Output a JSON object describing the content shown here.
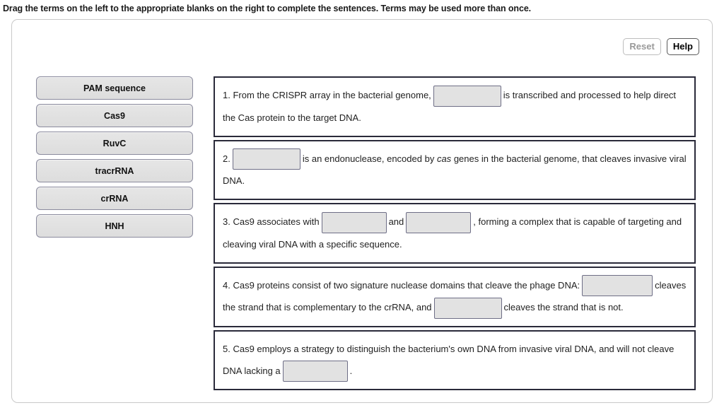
{
  "instruction": "Drag the terms on the left to the appropriate blanks on the right to complete the sentences. Terms may be used more than once.",
  "toolbar": {
    "reset_label": "Reset",
    "help_label": "Help",
    "reset_state": "disabled",
    "help_state": "enabled"
  },
  "term_bank": {
    "terms": [
      {
        "label": "PAM sequence"
      },
      {
        "label": "Cas9"
      },
      {
        "label": "RuvC"
      },
      {
        "label": "tracrRNA"
      },
      {
        "label": "crRNA"
      },
      {
        "label": "HNH"
      }
    ]
  },
  "sentences": [
    {
      "number": "1.",
      "parts": [
        {
          "type": "text",
          "value": "1. From the CRISPR array in the bacterial genome,"
        },
        {
          "type": "blank",
          "value": ""
        },
        {
          "type": "text",
          "value": "is transcribed and processed to help direct the Cas protein to the target DNA."
        }
      ]
    },
    {
      "number": "2.",
      "parts": [
        {
          "type": "text",
          "value": "2."
        },
        {
          "type": "blank",
          "value": ""
        },
        {
          "type": "text_pre",
          "value": "is an endonuclease, encoded by "
        },
        {
          "type": "italic",
          "value": "cas"
        },
        {
          "type": "text_post",
          "value": " genes in the bacterial genome, that cleaves invasive viral DNA."
        }
      ]
    },
    {
      "number": "3.",
      "parts": [
        {
          "type": "text",
          "value": "3. Cas9 associates with"
        },
        {
          "type": "blank",
          "value": ""
        },
        {
          "type": "text",
          "value": "and"
        },
        {
          "type": "blank",
          "value": ""
        },
        {
          "type": "text",
          "value": ", forming a complex that is capable of targeting and cleaving viral DNA with a specific sequence."
        }
      ]
    },
    {
      "number": "4.",
      "parts": [
        {
          "type": "text",
          "value": "4. Cas9 proteins consist of two signature nuclease domains that cleave the phage DNA:"
        },
        {
          "type": "blank",
          "value": ""
        },
        {
          "type": "text",
          "value": "cleaves the strand that is complementary to the crRNA, and"
        },
        {
          "type": "blank",
          "value": ""
        },
        {
          "type": "text",
          "value": "cleaves the strand that is not."
        }
      ]
    },
    {
      "number": "5.",
      "parts": [
        {
          "type": "text",
          "value": "5. Cas9 employs a strategy to distinguish the bacterium's own DNA from invasive viral DNA, and will not cleave DNA lacking a"
        },
        {
          "type": "blank",
          "value": ""
        },
        {
          "type": "text",
          "value": "."
        }
      ]
    }
  ],
  "sentence_text": {
    "s1_a": "1. From the CRISPR array in the bacterial genome,",
    "s1_b": "is transcribed and processed to help direct the Cas protein to the target DNA.",
    "s2_a": "2.",
    "s2_b": "is an endonuclease, encoded by",
    "s2_italic": "cas",
    "s2_c": "genes in the bacterial genome, that cleaves invasive viral DNA.",
    "s3_a": "3. Cas9 associates with",
    "s3_b": "and",
    "s3_c": ", forming a complex that is capable of targeting and cleaving viral DNA with a specific sequence.",
    "s4_a": "4. Cas9 proteins consist of two signature nuclease domains that cleave the phage DNA:",
    "s4_b": "cleaves the strand that is complementary to the crRNA, and",
    "s4_c": "cleaves the strand that is not.",
    "s5_a": "5. Cas9 employs a strategy to distinguish the bacterium's own DNA from invasive viral DNA, and will not cleave DNA lacking a",
    "s5_b": "."
  },
  "colors": {
    "blank_fill": "#e2e2e2",
    "blank_border": "#6e6e86",
    "term_border": "#8b8b9e",
    "sentence_border": "#2a2a3a",
    "panel_border": "#c9c9c9"
  }
}
